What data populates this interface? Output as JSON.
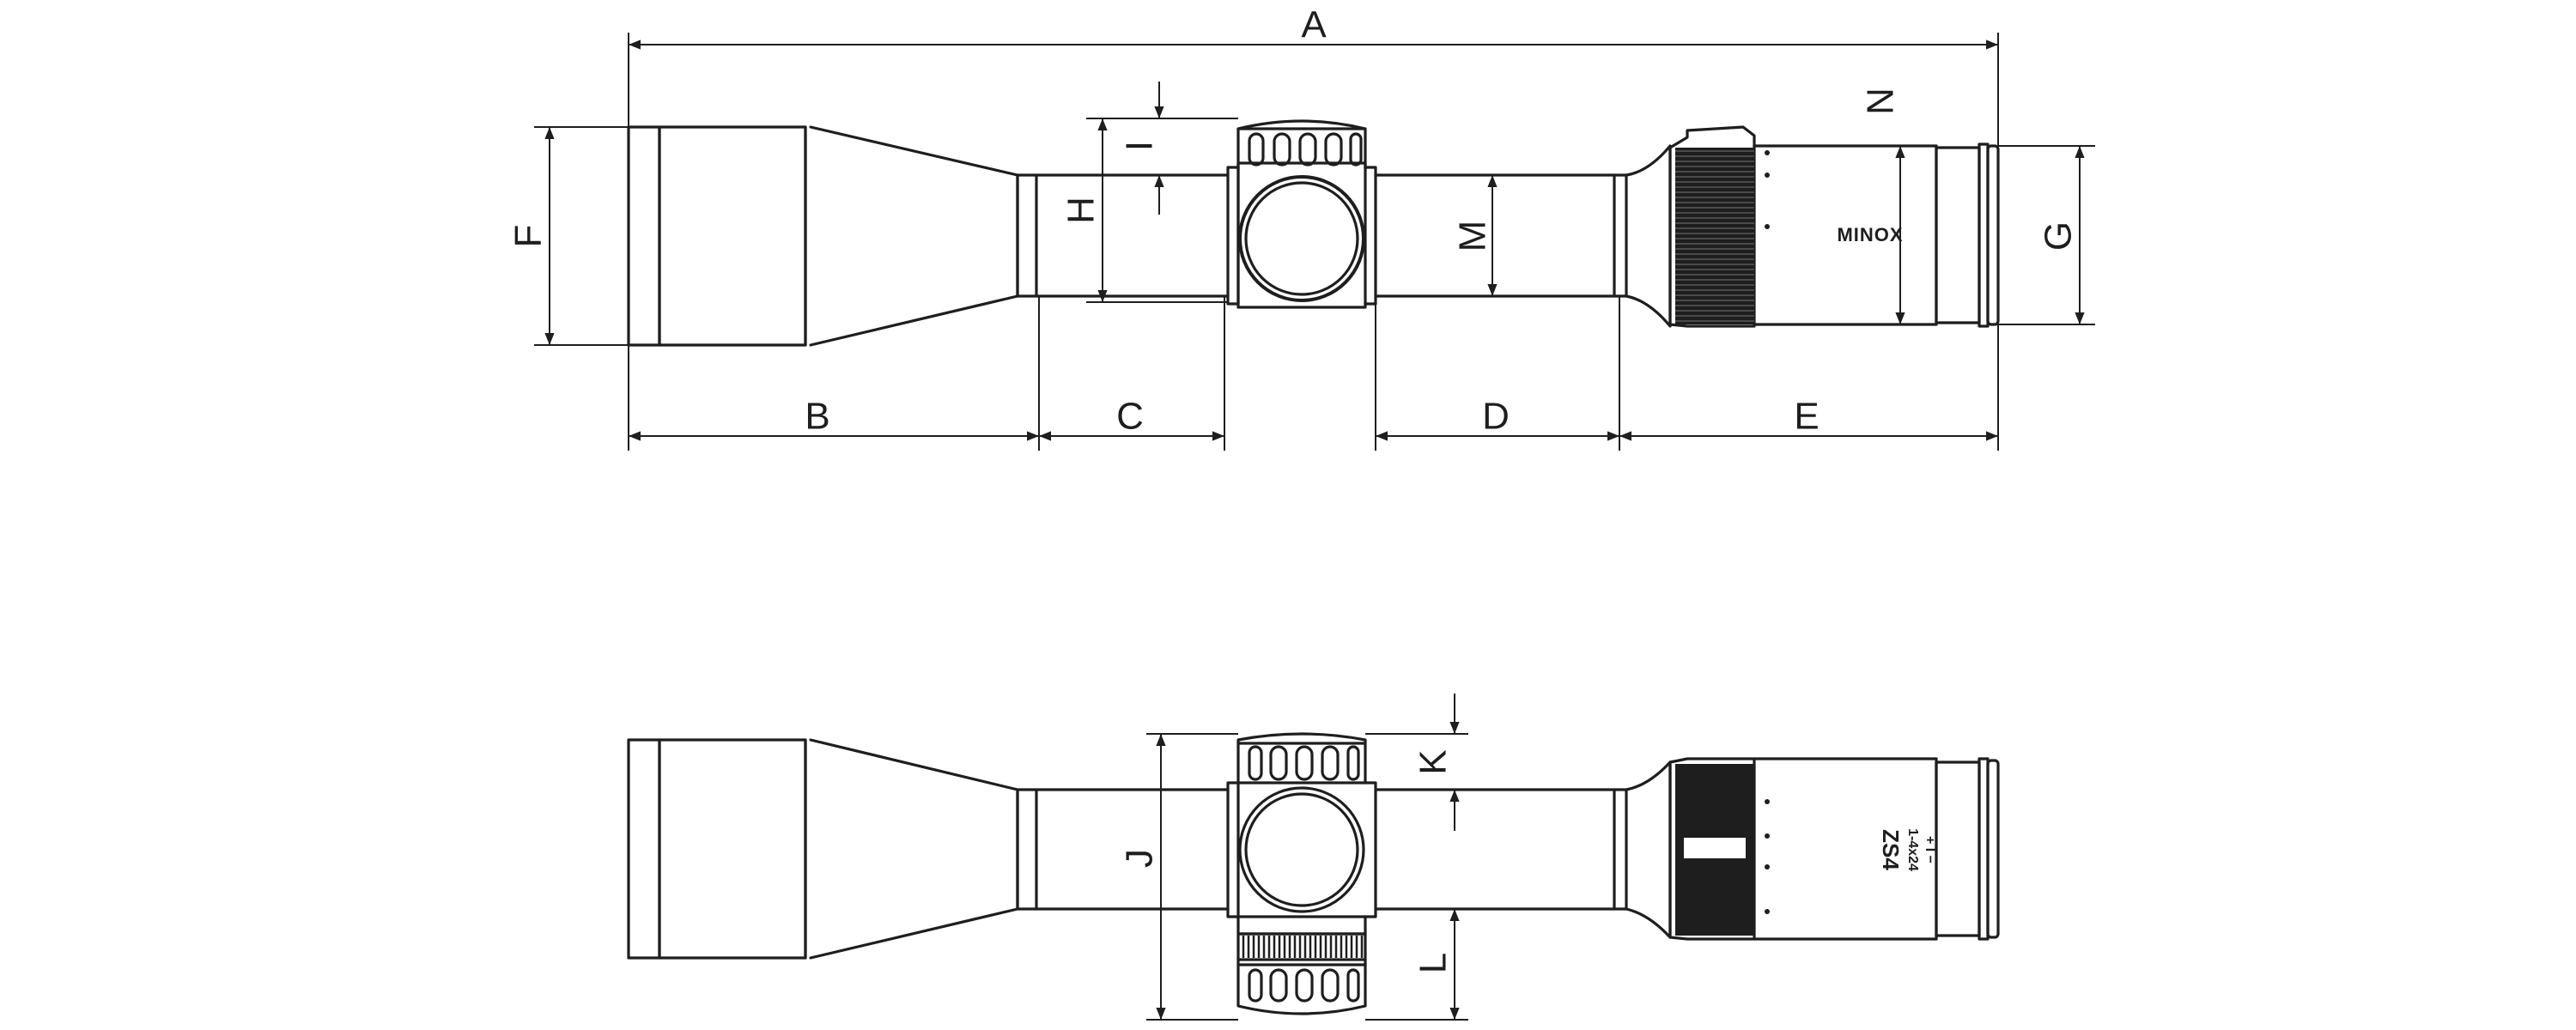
{
  "dimension_labels": {
    "A": "A",
    "B": "B",
    "C": "C",
    "D": "D",
    "E": "E",
    "F": "F",
    "G": "G",
    "H": "H",
    "I": "I",
    "J": "J",
    "K": "K",
    "L": "L",
    "M": "M",
    "N": "N"
  },
  "brand": "MINOX",
  "side_view": {
    "model": "ZS4",
    "model_sub": "1-4x24",
    "diopter_marks": "+ I −"
  }
}
